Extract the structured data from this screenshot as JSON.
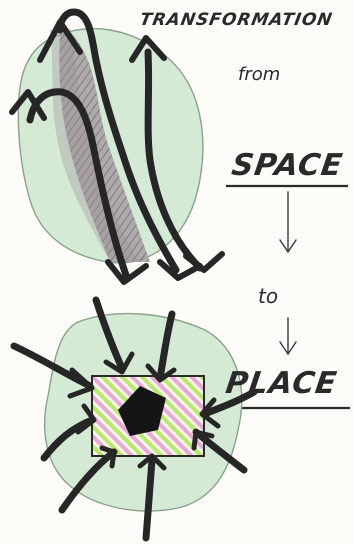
{
  "diagram": {
    "title": "TRANSFORMATION",
    "from_label": "from",
    "space_label": "SPACE",
    "to_label": "to",
    "place_label": "PLACE",
    "colors": {
      "blob_green": "#cfe6cf",
      "shading_dark": "#8c8288",
      "arrow": "#262626",
      "stripe_green": "#b9e86a",
      "stripe_pink": "#e9a9d2",
      "center": "#151515"
    }
  }
}
